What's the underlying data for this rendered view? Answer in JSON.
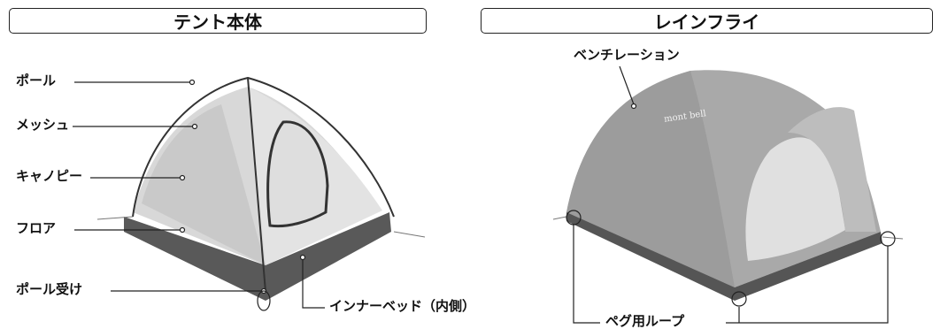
{
  "left_panel": {
    "title": "テント本体",
    "labels": {
      "pole": "ポール",
      "mesh": "メッシュ",
      "canopy": "キャノピー",
      "floor": "フロア",
      "pole_holder": "ポール受け",
      "inner_bed": "インナーベッド（内側）"
    }
  },
  "right_panel": {
    "title": "レインフライ",
    "labels": {
      "ventilation": "ベンチレーション",
      "peg_loop": "ペグ用ループ"
    },
    "fly_logo": "mont bell"
  },
  "colors": {
    "canopy": "#d3d3d3",
    "floor": "#595959",
    "fly": "#a6a6a6",
    "outline": "#222222"
  }
}
